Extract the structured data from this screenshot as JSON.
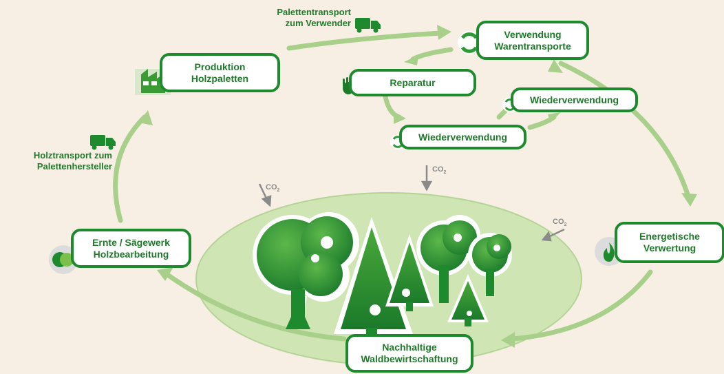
{
  "nodes": {
    "verwendung": {
      "line1": "Verwendung",
      "line2": "Warentransporte"
    },
    "produktion": {
      "line1": "Produktion",
      "line2": "Holzpaletten"
    },
    "reparatur": {
      "line1": "Reparatur"
    },
    "wiederverwendung_right": {
      "line1": "Wiederverwendung"
    },
    "wiederverwendung_lower": {
      "line1": "Wiederverwendung"
    },
    "energetische": {
      "line1": "Energetische",
      "line2": "Verwertung"
    },
    "ernte": {
      "line1": "Ernte / Sägewerk",
      "line2": "Holzbearbeitung"
    },
    "nachhaltige": {
      "line1": "Nachhaltige",
      "line2": "Waldbewirtschaftung"
    }
  },
  "labels": {
    "palettentransport": {
      "line1": "Palettentransport",
      "line2": "zum Verwender"
    },
    "holztransport": {
      "line1": "Holztransport zum",
      "line2": "Palettenhersteller"
    }
  },
  "co2": {
    "text": "CO",
    "subscript": "2"
  },
  "colors": {
    "background": "#f8efe4",
    "node_border": "#1e8a2e",
    "text_green": "#1e7a2a",
    "arrow_green": "#a8d08a",
    "forest_fill": "#cfe5b4",
    "co2_gray": "#8a8a8a"
  },
  "icons": [
    "truck-icon",
    "factory-icon",
    "recycle-icon",
    "hand-icon",
    "wood-log-icon",
    "flame-icon",
    "tree-icon"
  ]
}
